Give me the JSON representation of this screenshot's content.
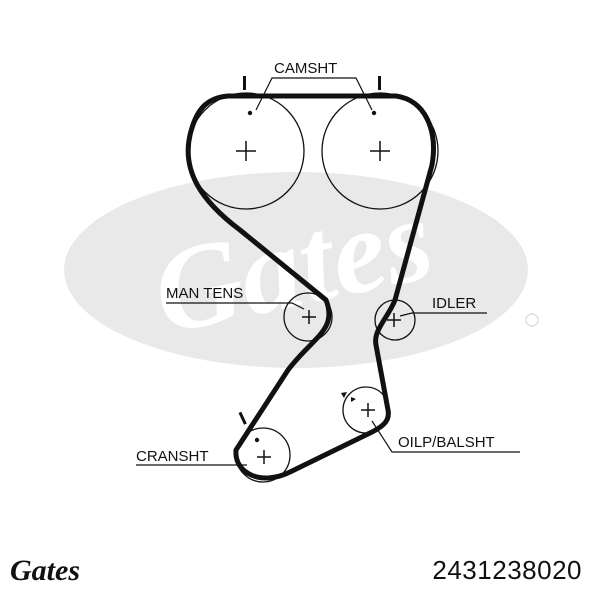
{
  "labels": {
    "camsht": "CAMSHT",
    "man_tens": "MAN TENS",
    "idler": "IDLER",
    "cransht": "CRANSHT",
    "oilp_balsht": "OILP/BALSHT"
  },
  "watermark": {
    "brand": "Gates",
    "color": "#e6e6e6"
  },
  "logo": {
    "brand": "Gates"
  },
  "part_number": "2431238020"
}
